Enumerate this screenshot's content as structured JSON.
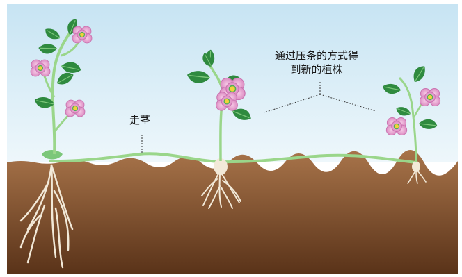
{
  "labels": {
    "stolon": "走茎",
    "new_plants_line1": "通过压条的方式得",
    "new_plants_line2": "到新的植株"
  },
  "colors": {
    "sky_top": "#c7e4f3",
    "sky_bottom": "#eaf5fb",
    "soil_top": "#a8744a",
    "soil_bottom": "#5a3319",
    "stem": "#9ad68a",
    "leaf": "#2f8a3f",
    "leaf_light": "#4fae55",
    "flower": "#e9a6d2",
    "flower_dark": "#c86fae",
    "root": "#f2e9d8"
  },
  "icons": [
    "mother-plant-icon",
    "daughter-plant-icon",
    "small-daughter-plant-icon",
    "flower-icon",
    "leaf-icon",
    "root-icon"
  ]
}
